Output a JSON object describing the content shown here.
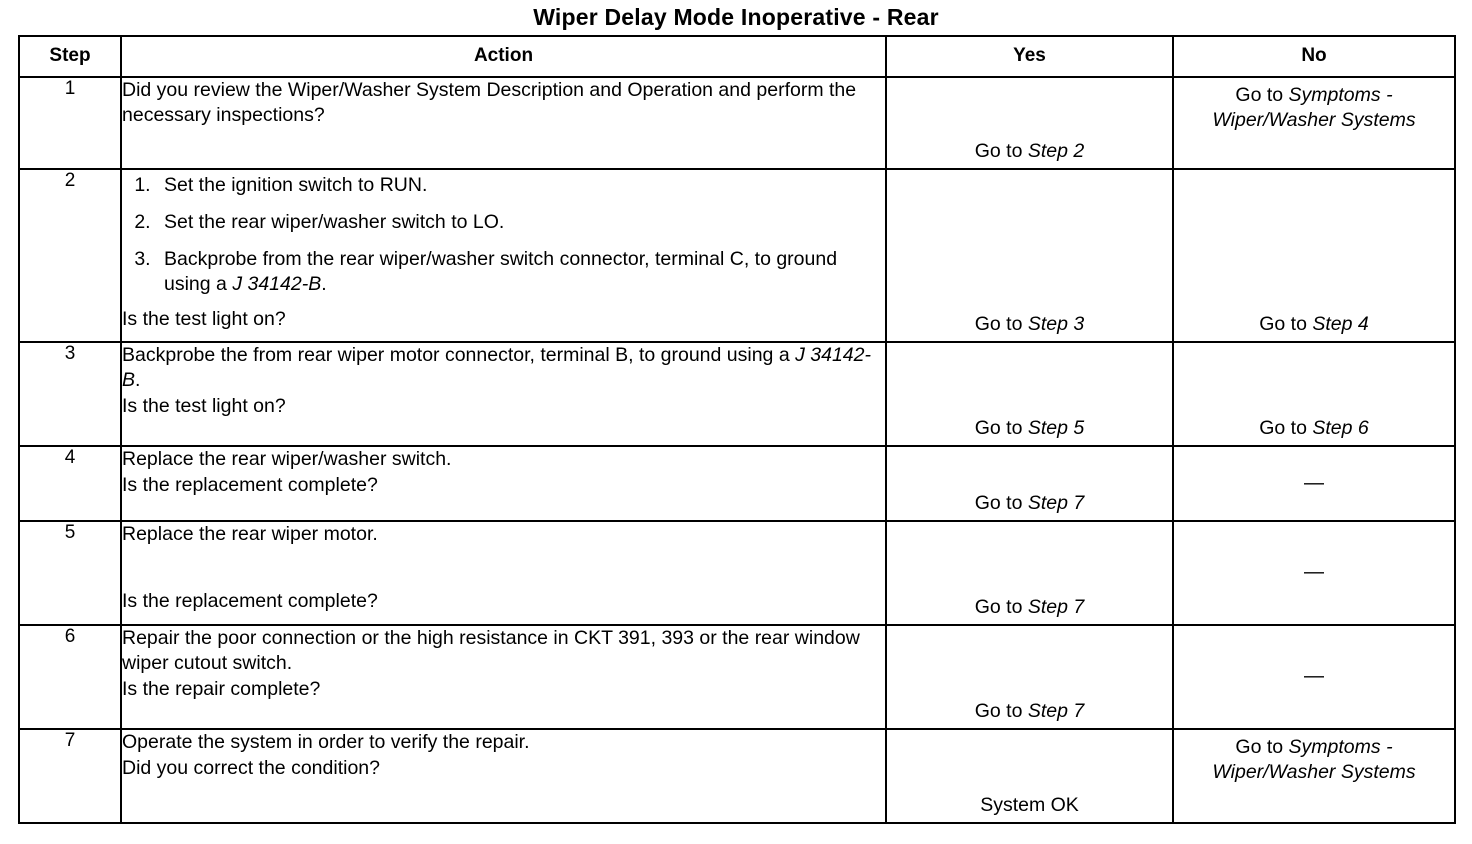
{
  "document": {
    "title": "Wiper Delay Mode Inoperative - Rear"
  },
  "table": {
    "headers": {
      "step": "Step",
      "action": "Action",
      "yes": "Yes",
      "no": "No"
    },
    "rows": [
      {
        "step": "1",
        "action_lines": [
          "Did you review the Wiper/Washer System Description and Operation and perform the necessary inspections?"
        ],
        "yes": {
          "prefix": "Go to ",
          "ref": "Step 2"
        },
        "no": {
          "prefix": "Go to ",
          "ref": "Symptoms - Wiper/Washer Systems"
        }
      },
      {
        "step": "2",
        "list": [
          "Set the ignition switch to RUN.",
          "Set the rear wiper/washer switch to LO.",
          "Backprobe from the rear wiper/washer switch connector, terminal C, to ground using a "
        ],
        "list_item_3_tool": "J 34142-B",
        "list_item_3_tail": ".",
        "question": "Is the test light on?",
        "yes": {
          "prefix": "Go to ",
          "ref": "Step 3"
        },
        "no": {
          "prefix": "Go to ",
          "ref": "Step 4"
        }
      },
      {
        "step": "3",
        "action_lead": "Backprobe the from rear wiper motor connector, terminal B, to ground using a ",
        "action_tool": "J 34142-B",
        "action_tail": ".",
        "question": "Is the test light on?",
        "yes": {
          "prefix": "Go to ",
          "ref": "Step 5"
        },
        "no": {
          "prefix": "Go to ",
          "ref": "Step 6"
        }
      },
      {
        "step": "4",
        "action_lead": "Replace the rear wiper/washer switch.",
        "question": "Is the replacement complete?",
        "yes": {
          "prefix": "Go to ",
          "ref": "Step 7"
        },
        "no": {
          "dash": "—"
        }
      },
      {
        "step": "5",
        "action_lead": "Replace the rear wiper motor.",
        "question": "Is the replacement complete?",
        "yes": {
          "prefix": "Go to ",
          "ref": "Step 7"
        },
        "no": {
          "dash": "—"
        }
      },
      {
        "step": "6",
        "action_lead": "Repair the poor connection or the high resistance in CKT 391, 393 or the rear window wiper cutout switch.",
        "question": "Is the repair complete?",
        "yes": {
          "prefix": "Go to ",
          "ref": "Step 7"
        },
        "no": {
          "dash": "—"
        }
      },
      {
        "step": "7",
        "action_lead": "Operate the system in order to verify the repair.",
        "question": "Did you correct the condition?",
        "yes": {
          "plain": "System OK"
        },
        "no": {
          "prefix": "Go to ",
          "ref": "Symptoms - Wiper/Washer Systems"
        }
      }
    ]
  }
}
